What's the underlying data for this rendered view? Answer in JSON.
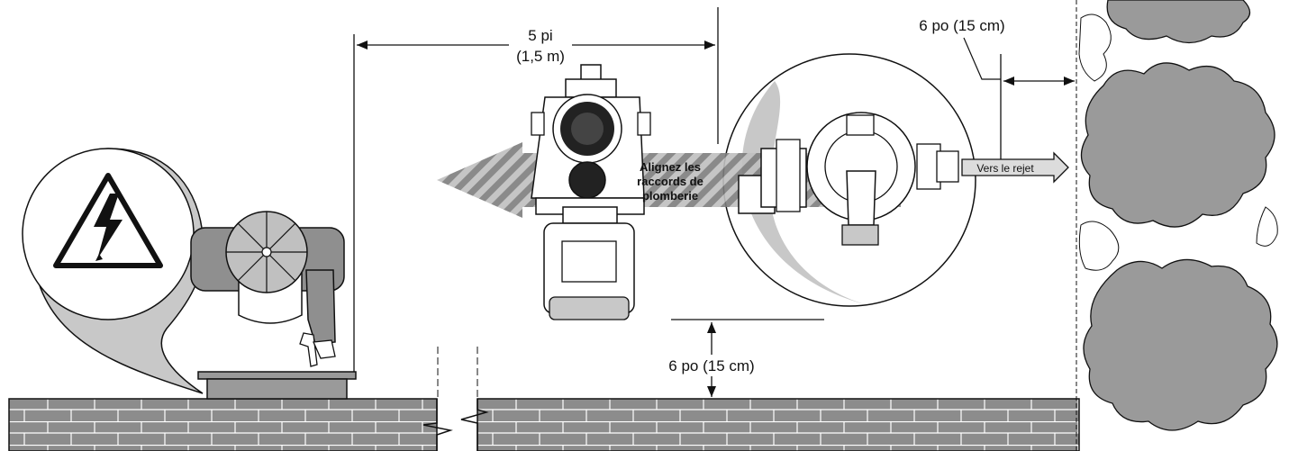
{
  "labels": {
    "distance_pump": [
      "5 pi",
      "(1,5 m)"
    ],
    "distance_hedge": "6 po (15 cm)",
    "height_ground": "6 po (15 cm)",
    "align_note": [
      "Alignez les",
      "raccords de",
      "plomberie"
    ],
    "discharge": "Vers le rejet"
  },
  "icons": {
    "warning": "electrical-hazard-warning-icon",
    "person": "person-top-view",
    "pump": "pool-pump",
    "valve": "multiport-valve",
    "shrubs": "shrubs"
  },
  "colors": {
    "line": "#111111",
    "shade": "#9a9a9a",
    "light_shade": "#c8c8c8",
    "brick": "#8c8c8c",
    "mortar": "#ffffff"
  }
}
